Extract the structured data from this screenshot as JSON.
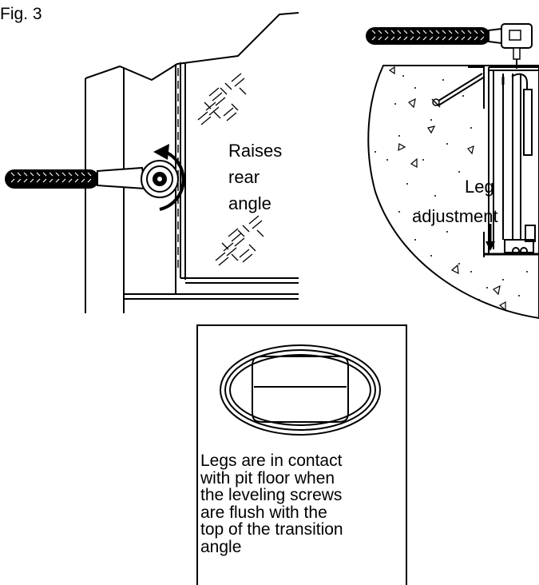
{
  "figure": {
    "label": "Fig. 3"
  },
  "left_view": {
    "annotation_lines": [
      "Raises",
      "rear",
      "angle"
    ]
  },
  "right_view": {
    "annotation_line1": "Leg",
    "annotation_line2": "adjustment"
  },
  "detail_box": {
    "caption_lines": [
      "Legs are in contact",
      "with pit floor when",
      "the leveling screws",
      "are flush with the",
      "top of the transition",
      "angle"
    ]
  },
  "colors": {
    "line": "#000000",
    "background": "#ffffff",
    "concrete_fill": "#ffffff"
  }
}
